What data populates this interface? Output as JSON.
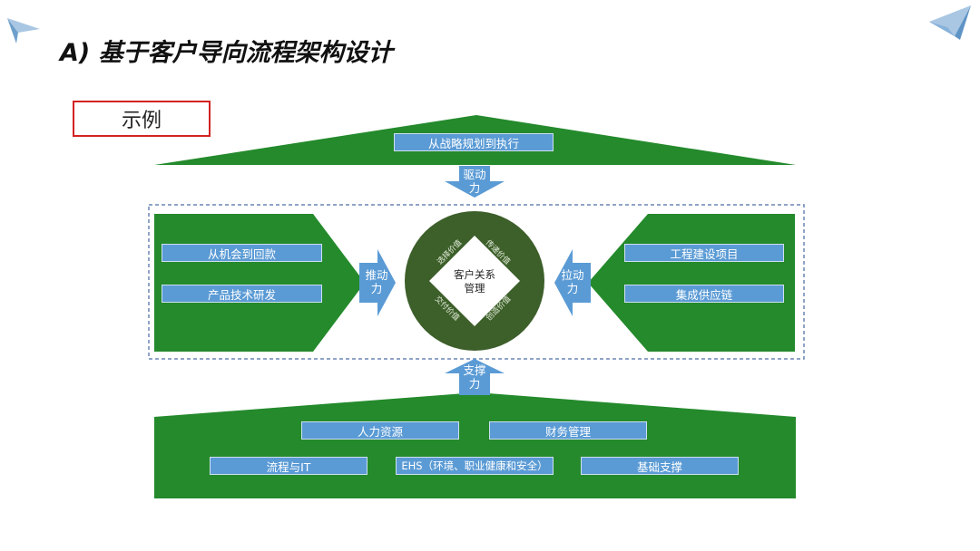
{
  "slide": {
    "title": "A) 基于客户导向流程架构设计",
    "example_label": "示例"
  },
  "top": {
    "label": "从战略规划到执行",
    "arrow_label": "驱动\n力"
  },
  "left": {
    "items": [
      "从机会到回款",
      "产品技术研发"
    ],
    "arrow_label": "推动\n力"
  },
  "right": {
    "items": [
      "工程建设项目",
      "集成供应链"
    ],
    "arrow_label": "拉动\n力"
  },
  "center": {
    "label": "客户关系\n管理",
    "ring_values": [
      "选择价值",
      "传递价值",
      "交付价值",
      "创造价值"
    ]
  },
  "bottom": {
    "arrow_label": "支撑\n力",
    "row1": [
      "人力资源",
      "财务管理"
    ],
    "row2": [
      "流程与IT",
      "EHS（环境、职业健康和安全）",
      "基础支撑"
    ]
  },
  "colors": {
    "green": "#248a2c",
    "dark_green": "#3d5f2a",
    "blue_bar": "#5b9bd5",
    "dashed_border": "#6a86b4",
    "example_border": "#d32222"
  },
  "icons": [
    "paper-plane-icon"
  ]
}
